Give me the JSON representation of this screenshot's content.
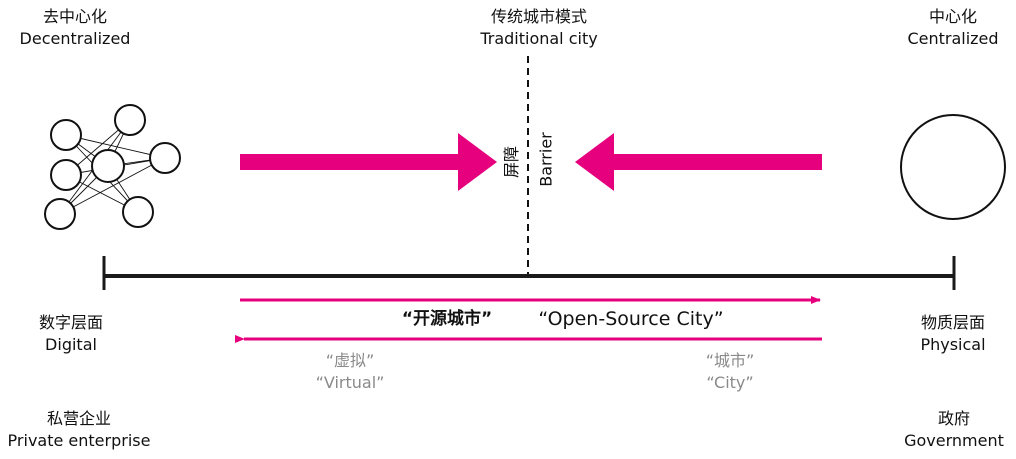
{
  "colors": {
    "accent": "#e6007e",
    "line": "#1a1a1a",
    "muted": "#8a8a8a"
  },
  "left_top": {
    "zh": "去中心化",
    "en": "Decentralized"
  },
  "center_top": {
    "zh": "传统城市模式",
    "en": "Traditional city"
  },
  "right_top": {
    "zh": "中心化",
    "en": "Centralized"
  },
  "barrier": {
    "zh": "屏障",
    "en": "Barrier"
  },
  "open_source": {
    "zh": "“开源城市”",
    "en": "“Open-Source City”"
  },
  "left_mid": {
    "zh": "数字层面",
    "en": "Digital"
  },
  "right_mid": {
    "zh": "物质层面",
    "en": "Physical"
  },
  "virtual": {
    "zh": "“虚拟”",
    "en": "“Virtual”"
  },
  "city": {
    "zh": "“城市”",
    "en": "“City”"
  },
  "left_bottom": {
    "zh": "私营企业",
    "en": "Private enterprise"
  },
  "right_bottom": {
    "zh": "政府",
    "en": "Government"
  },
  "icons": [
    "decentralized-network-icon",
    "centralized-circle-icon"
  ]
}
